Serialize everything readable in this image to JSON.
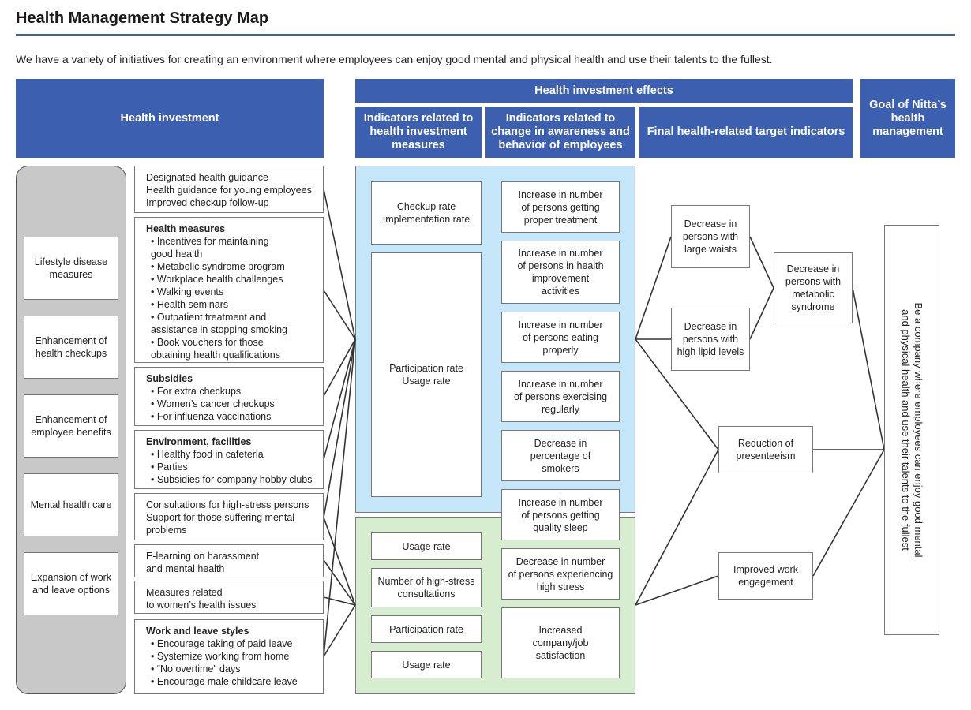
{
  "title": "Health Management Strategy Map",
  "subtitle": "We have a variety of initiatives for creating an environment where employees can enjoy good mental and physical health and use their talents to the fullest.",
  "headers": {
    "investment": "Health investment",
    "effects": "Health investment effects",
    "indicators_measures": "Indicators related to health investment measures",
    "indicators_awareness": "Indicators related to change in awareness and behavior of employees",
    "final_targets": "Final health-related target indicators",
    "goal": "Goal of Nitta’s health management"
  },
  "categories": [
    "Lifestyle disease measures",
    "Enhancement of health checkups",
    "Enhancement of employee benefits",
    "Mental health care",
    "Expansion of work and leave options"
  ],
  "measures": {
    "guidance": [
      "Designated health guidance",
      "Health guidance for young employees",
      "Improved checkup follow-up"
    ],
    "health_measures": {
      "title": "Health measures",
      "items": [
        [
          "Incentives for maintaining",
          "good health"
        ],
        [
          "Metabolic syndrome program"
        ],
        [
          "Workplace health challenges"
        ],
        [
          "Walking events"
        ],
        [
          "Health seminars"
        ],
        [
          "Outpatient treatment and",
          "assistance in stopping smoking"
        ],
        [
          "Book vouchers for those",
          "obtaining health qualifications"
        ]
      ]
    },
    "subsidies": {
      "title": "Subsidies",
      "items": [
        "For extra checkups",
        "Women’s cancer checkups",
        "For influenza vaccinations"
      ]
    },
    "environment": {
      "title": "Environment, facilities",
      "items": [
        "Healthy food in cafeteria",
        "Parties",
        "Subsidies for company hobby clubs"
      ]
    },
    "consultations": [
      "Consultations for high-stress persons",
      "Support for those suffering mental",
      "problems"
    ],
    "elearning": [
      "E-learning on harassment",
      "and mental health"
    ],
    "womens_health": [
      "Measures related",
      "to women’s health issues"
    ],
    "work_leave": {
      "title": "Work and leave styles",
      "items": [
        "Encourage taking of paid leave",
        "Systemize working from home",
        "“No overtime” days",
        "Encourage male childcare leave"
      ]
    }
  },
  "measure_indicators": {
    "checkup": [
      "Checkup rate",
      "Implementation rate"
    ],
    "participation": [
      "Participation rate",
      "Usage rate"
    ],
    "usage1": "Usage rate",
    "high_stress_consult": [
      "Number of high-stress",
      "consultations"
    ],
    "participation2": "Participation rate",
    "usage2": "Usage rate"
  },
  "awareness_indicators": [
    [
      "Increase in number",
      "of persons getting",
      "proper treatment"
    ],
    [
      "Increase in number",
      "of persons in health",
      "improvement",
      "activities"
    ],
    [
      "Increase in number",
      "of persons eating",
      "properly"
    ],
    [
      "Increase in number",
      "of persons exercising",
      "regularly"
    ],
    [
      "Decrease in",
      "percentage of",
      "smokers"
    ],
    [
      "Increase in number",
      "of persons getting",
      "quality sleep"
    ],
    [
      "Decrease in number",
      "of persons experiencing",
      "high stress"
    ],
    [
      "Increased",
      "company/job",
      "satisfaction"
    ]
  ],
  "targets": {
    "waists": [
      "Decrease in",
      "persons with",
      "large waists"
    ],
    "lipid": [
      "Decrease in",
      "persons with",
      "high lipid levels"
    ],
    "metabolic": [
      "Decrease in",
      "persons with",
      "metabolic",
      "syndrome"
    ],
    "presenteeism": [
      "Reduction of",
      "presenteeism"
    ],
    "engagement": [
      "Improved work",
      "engagement"
    ]
  },
  "goal_lines": [
    "Be a company where employees can enjoy good mental",
    "and physical health and use their talents to the fullest"
  ],
  "colors": {
    "header": "#3c5fb0",
    "blue_panel": "#c4e6f8",
    "green_panel": "#d6edcf",
    "left_panel": "#c8c8c8"
  }
}
